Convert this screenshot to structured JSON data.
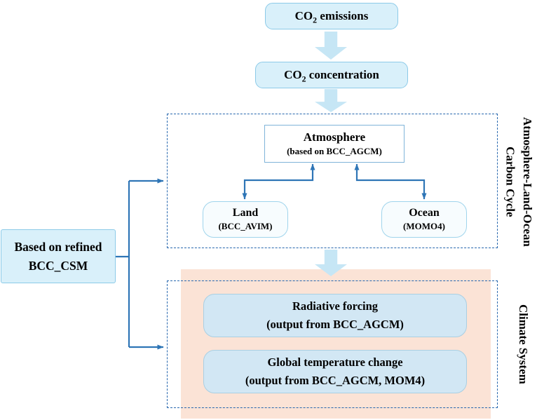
{
  "figure": {
    "colors": {
      "page_bg": "#ffffff",
      "text_color": "#000000",
      "box_fill_blue": "#d9f0fa",
      "box_border_blue": "#8ccae8",
      "block_arrow_fill": "#c6e6f5",
      "connector_blue": "#2e75b6",
      "dashed_border_blue": "#2767ae",
      "climate_panel_fill": "#fbe3d6",
      "inner_box_fill": "#d2e7f4",
      "inner_box_border": "#a9cfe3",
      "land_ocean_fill": "#f7fcfe",
      "land_ocean_border": "#9fd4ec",
      "atmosphere_border": "#7fb4d9"
    }
  },
  "nodes": {
    "co2_emissions": {
      "prefix": "CO",
      "sub": "2",
      "suffix": " emissions"
    },
    "co2_concentration": {
      "prefix": "CO",
      "sub": "2",
      "suffix": " concentration"
    },
    "atmosphere": {
      "title": "Atmosphere",
      "subtitle": "(based on BCC_AGCM)"
    },
    "land": {
      "title": "Land",
      "subtitle": "(BCC_AVIM)"
    },
    "ocean": {
      "title": "Ocean",
      "subtitle": "(MOMO4)"
    },
    "radiative_forcing": {
      "title": "Radiative forcing",
      "subtitle": "(output from BCC_AGCM)"
    },
    "global_temperature_change": {
      "title": "Global temperature change",
      "subtitle": "(output from BCC_AGCM, MOM4)"
    },
    "based_on_refined": {
      "line1": "Based on refined",
      "line2": "BCC_CSM"
    }
  },
  "section_labels": {
    "carbon_cycle_line1": "Atmosphere-Land-Ocean",
    "carbon_cycle_line2": "Carbon Cycle",
    "climate_system": "Climate System"
  }
}
